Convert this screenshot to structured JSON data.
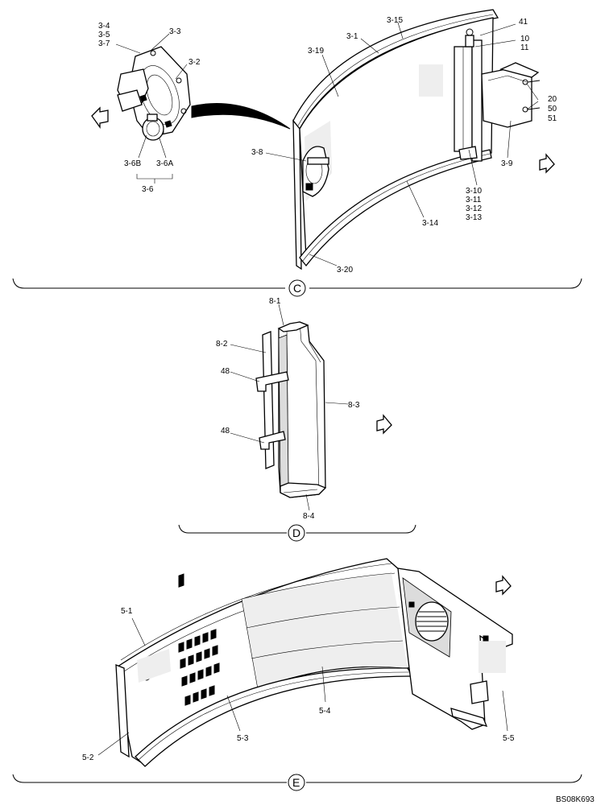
{
  "drawing_code": "BS08K693",
  "sections": {
    "C": {
      "id": "C",
      "labels": [
        "3-4",
        "3-5",
        "3-7",
        "3-3",
        "3-2",
        "3-1",
        "3-15",
        "3-19",
        "41",
        "10",
        "11",
        "20",
        "50",
        "51",
        "3-8",
        "3-6B",
        "3-6A",
        "3-6",
        "3-9",
        "3-10",
        "3-11",
        "3-12",
        "3-13",
        "3-14",
        "3-20"
      ]
    },
    "D": {
      "id": "D",
      "labels": [
        "8-1",
        "8-2",
        "48",
        "48",
        "8-3",
        "8-4"
      ]
    },
    "E": {
      "id": "E",
      "labels": [
        "5-1",
        "5-4",
        "5-3",
        "5-2",
        "5-5"
      ]
    }
  }
}
